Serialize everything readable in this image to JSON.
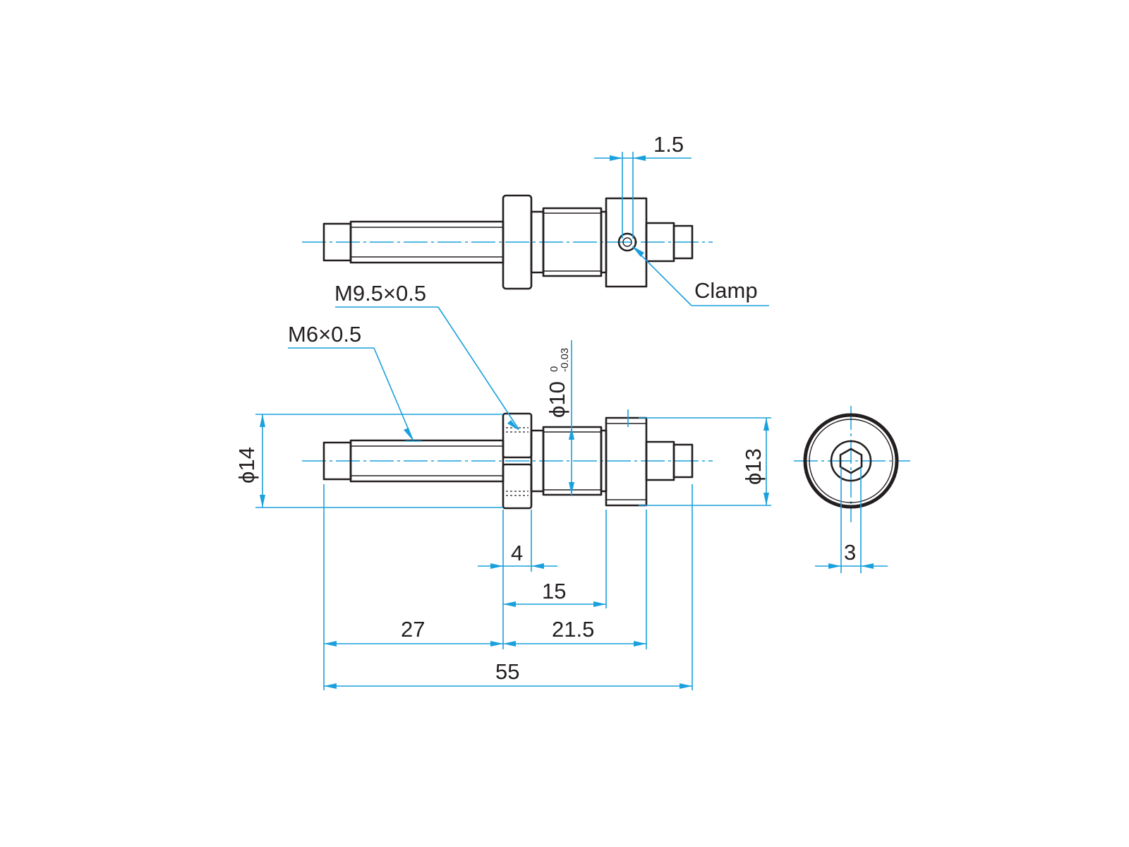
{
  "drawing": {
    "callouts": {
      "clamp": "Clamp",
      "thread_large": "M9.5×0.5",
      "thread_small": "M6×0.5"
    },
    "dimensions": {
      "clamp_slot": "1.5",
      "dia_14": "ϕ14",
      "dia_10": "ϕ10",
      "dia_10_tol_upper": "0",
      "dia_10_tol_lower": "-0.03",
      "dia_13": "ϕ13",
      "flange_w": "4",
      "len_15": "15",
      "len_27": "27",
      "len_21_5": "21.5",
      "len_55": "55",
      "hex_3": "3"
    },
    "colors": {
      "outline": "#231f20",
      "dimension": "#1aa0dc",
      "background": "#ffffff"
    }
  }
}
